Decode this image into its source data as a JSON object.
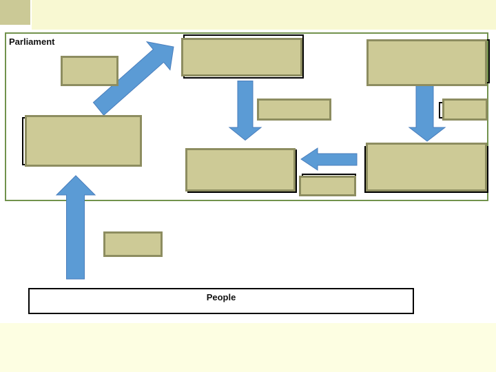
{
  "slide": {
    "container_label": "Parliament",
    "people_label": "People"
  },
  "colors": {
    "page_background": "#ffffff",
    "corner_square": "#cbc996",
    "top_band": "#f8f8d2",
    "bottom_band": "#fdfee2",
    "container_border": "#71924c",
    "cover_box_fill": "#cdca96",
    "cover_box_border": "#8d8d60",
    "placeholder_outline": "#000000",
    "arrow_fill": "#5b9bd5",
    "arrow_stroke": "#4a7ebc",
    "text": "#111111"
  },
  "diagram": {
    "type": "flow",
    "labeled_regions": [
      "Parliament",
      "People"
    ],
    "blank_cover_boxes": [
      {
        "id": "box-top-left-small"
      },
      {
        "id": "box-top-middle"
      },
      {
        "id": "box-middle-small"
      },
      {
        "id": "box-top-right"
      },
      {
        "id": "box-right-small"
      },
      {
        "id": "box-left-large"
      },
      {
        "id": "box-center"
      },
      {
        "id": "box-center-right-small"
      },
      {
        "id": "box-right-large"
      },
      {
        "id": "box-bottom-small"
      }
    ],
    "arrows": [
      {
        "id": "arrow-up-right",
        "direction": "up-right",
        "from": "left area",
        "to": "top-middle box"
      },
      {
        "id": "arrow-down-center",
        "direction": "down",
        "from": "top-middle box",
        "to": "center box"
      },
      {
        "id": "arrow-down-right",
        "direction": "down",
        "from": "top-right box",
        "to": "right box"
      },
      {
        "id": "arrow-left",
        "direction": "left",
        "from": "right box",
        "to": "center box"
      },
      {
        "id": "arrow-up-tall",
        "direction": "up",
        "from": "People",
        "to": "left box in Parliament"
      }
    ]
  }
}
